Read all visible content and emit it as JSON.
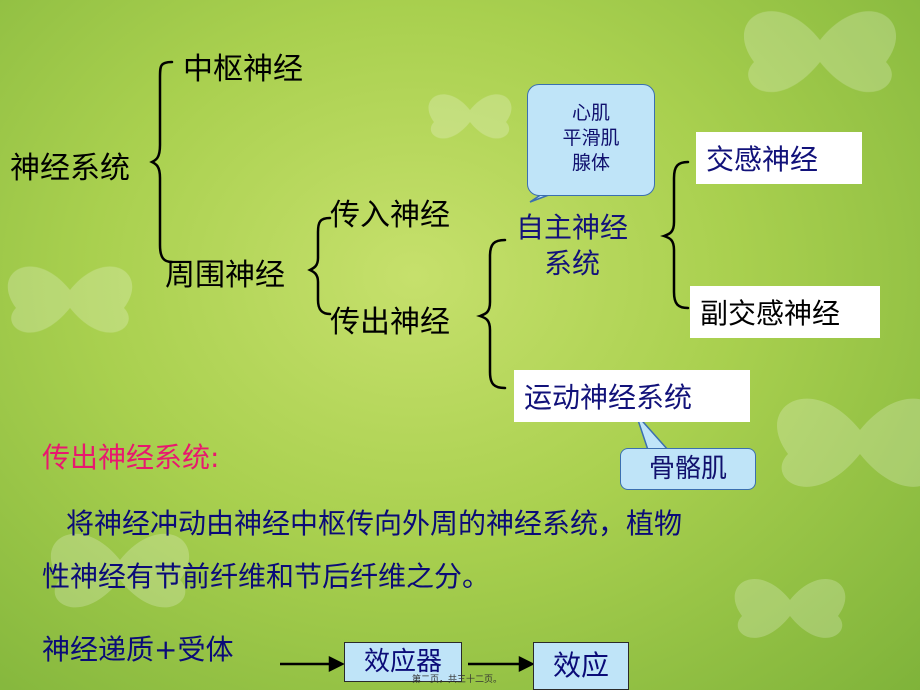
{
  "tree": {
    "root": "神经系统",
    "cns": "中枢神经",
    "pns": "周围神经",
    "afferent": "传入神经",
    "efferent": "传出神经",
    "autonomic_line1": "自主神经",
    "autonomic_line2": "系统",
    "somatic_motor": "运动神经系统",
    "sympathetic": "交感神经",
    "parasympathetic": "副交感神经"
  },
  "callouts": {
    "autonomic_targets": [
      "心肌",
      "平滑肌",
      "腺体"
    ],
    "motor_target": "骨骼肌"
  },
  "definition": {
    "heading": "传出神经系统:",
    "line1": "将神经冲动由神经中枢传向外周的神经系统，植物",
    "line2": "性神经有节前纤维和节后纤维之分。"
  },
  "flow": {
    "start": "神经递质+受体",
    "effector": "效应器",
    "effect": "效应"
  },
  "footer": "第二页，共三十二页。",
  "colors": {
    "heading": "#e8186f",
    "text_blue": "#0b0b78",
    "callout_fill": "#bfe4f8",
    "callout_border": "#3b6fb0"
  }
}
